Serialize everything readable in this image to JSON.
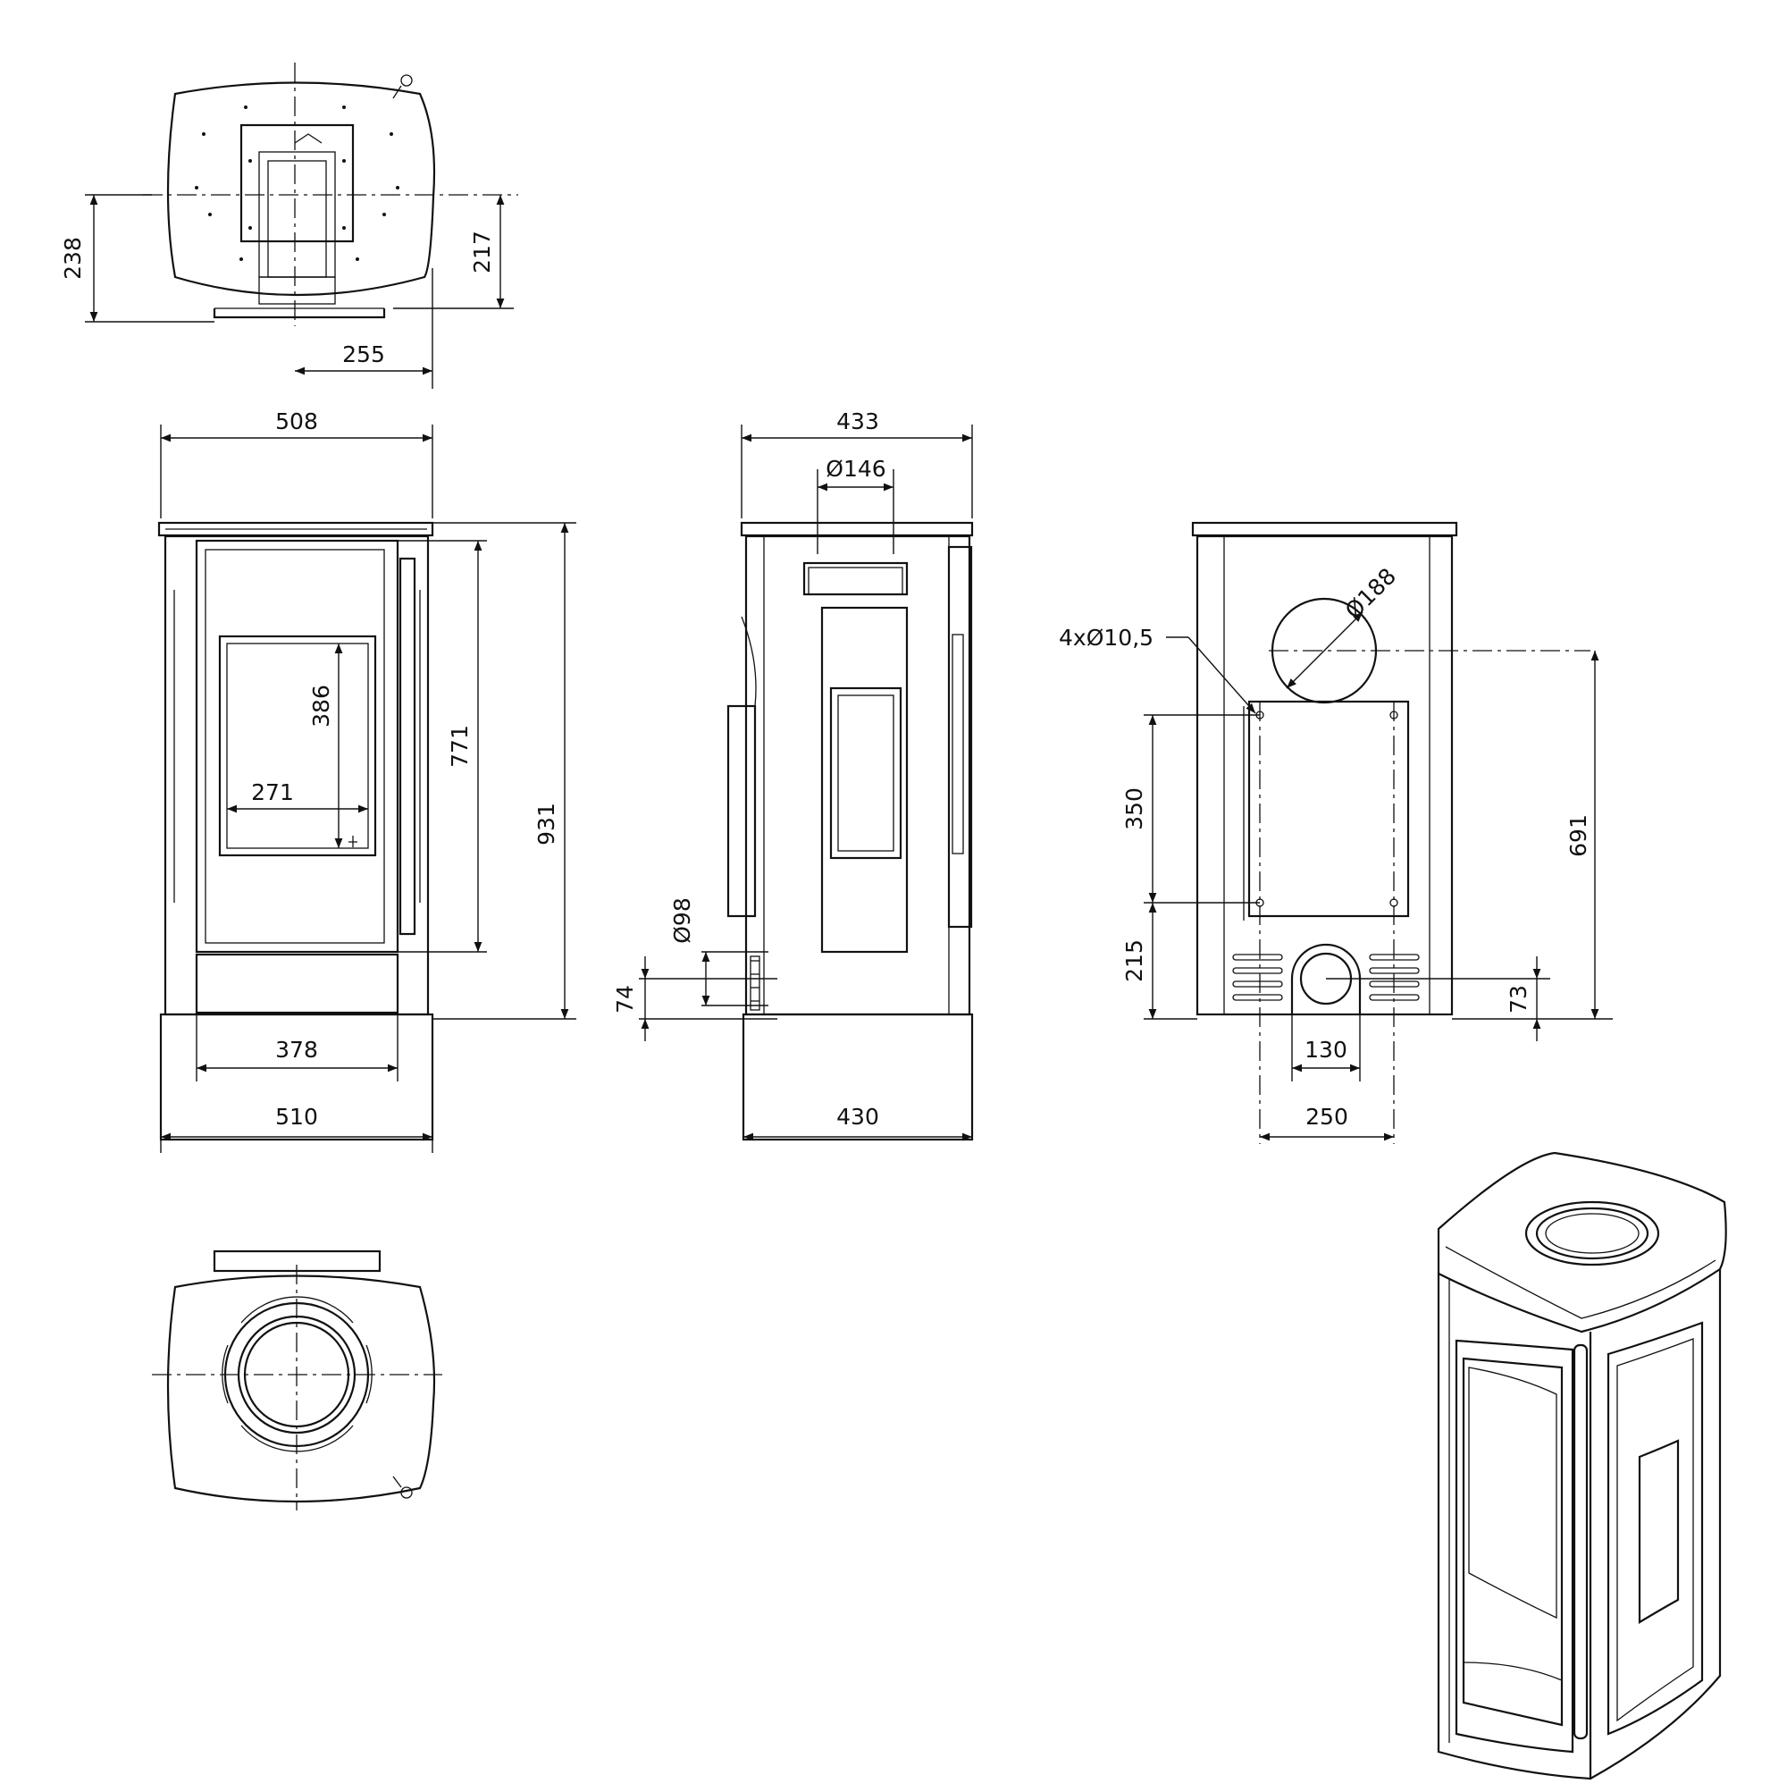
{
  "dimensions": {
    "top_view": {
      "d238": "238",
      "d217": "217",
      "d255": "255"
    },
    "front_view": {
      "width_top": "508",
      "width_base": "510",
      "door_width": "378",
      "glass_width": "271",
      "glass_height": "386",
      "door_height": "771",
      "total_height": "931"
    },
    "side_view": {
      "width_top": "433",
      "width_base": "430",
      "flue_diameter": "Ø146",
      "air_inlet_diameter": "Ø98",
      "air_inlet_height": "74"
    },
    "rear_view": {
      "flue_diameter": "Ø188",
      "holes": "4xØ10,5",
      "hole_spacing_v": "350",
      "hole_base_height": "215",
      "flue_center_height": "691",
      "air_inlet_height": "73",
      "air_inlet_width": "130",
      "hole_spacing_h": "250"
    }
  },
  "colors": {
    "line": "#111111",
    "background": "#ffffff"
  }
}
